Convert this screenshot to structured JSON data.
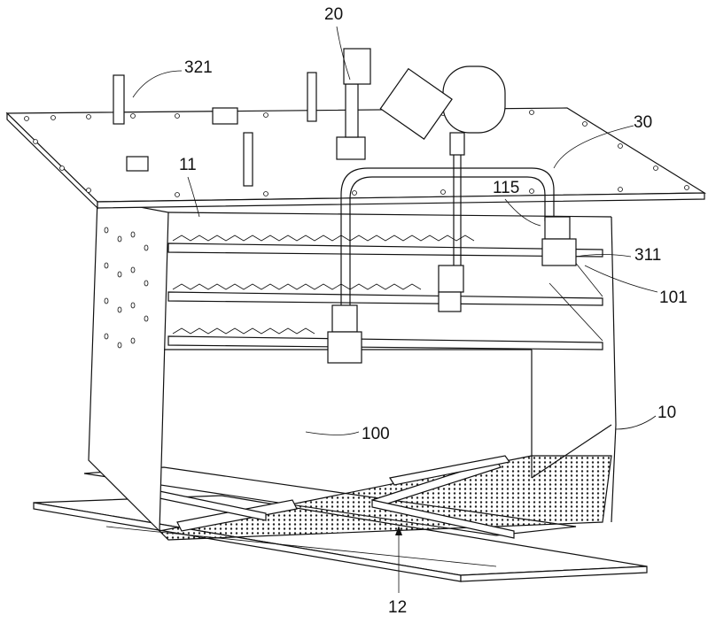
{
  "labels": {
    "l20": "20",
    "l321": "321",
    "l30": "30",
    "l11": "11",
    "l115": "115",
    "l311": "311",
    "l101": "101",
    "l10": "10",
    "l100": "100",
    "l12": "12"
  }
}
